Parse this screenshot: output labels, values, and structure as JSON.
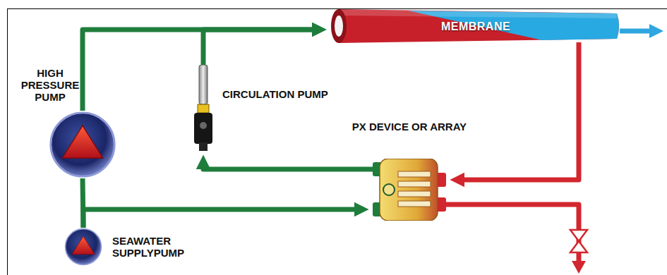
{
  "diagram": {
    "nodes": [
      {
        "text": [
          "HIGH PRESSURE PUMP"
        ]
      },
      {
        "text": [
          "MEMBRANE"
        ]
      },
      {
        "text": [
          "CIRCULATION PUMP"
        ]
      },
      {
        "text": [
          "PX DEVICE OR ARRAY"
        ]
      },
      {
        "text": [
          "SEAWATER SUPPLYPUMP"
        ]
      }
    ],
    "edges": [
      {
        "from": 0,
        "to": 1,
        "arrow": "to"
      },
      {
        "from": 2,
        "to": 1,
        "arrow": "to"
      },
      {
        "from": 3,
        "to": 2,
        "arrow": "to"
      },
      {
        "from": 1,
        "to": 3,
        "arrow": "to"
      },
      {
        "from": 4,
        "to": 0,
        "arrow": "none"
      },
      {
        "from": 4,
        "to": 3,
        "arrow": "to"
      }
    ]
  }
}
